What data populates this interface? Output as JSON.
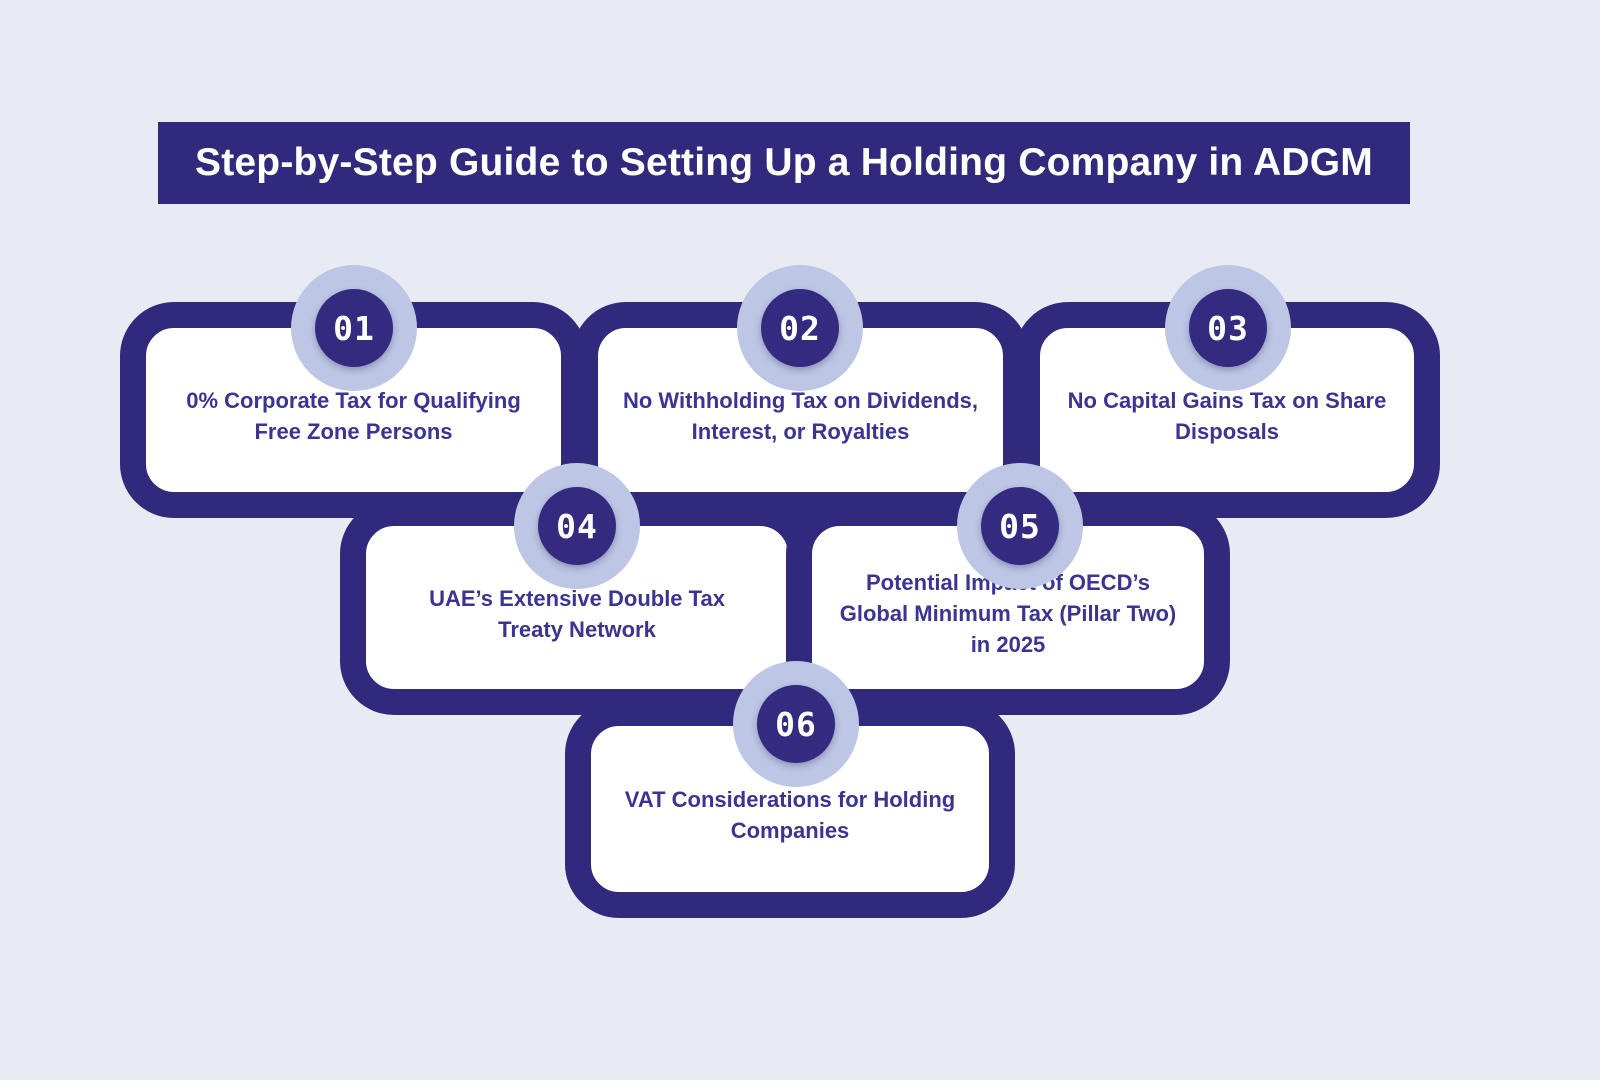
{
  "title": "Step-by-Step Guide to Setting Up a Holding Company in ADGM",
  "colors": {
    "background": "#e9ebf4",
    "primary_indigo": "#312a7c",
    "badge_circle": "#342b80",
    "badge_halo": "#bdc6e5",
    "card_background": "#ffffff",
    "card_text": "#3b3492",
    "title_text": "#ffffff"
  },
  "steps": [
    {
      "number": "01",
      "label": "0% Corporate Tax for Qualifying\nFree Zone Persons"
    },
    {
      "number": "02",
      "label": "No Withholding Tax on Dividends,\nInterest, or Royalties"
    },
    {
      "number": "03",
      "label": "No Capital Gains Tax on Share\nDisposals"
    },
    {
      "number": "04",
      "label": "UAE’s Extensive Double Tax\nTreaty Network"
    },
    {
      "number": "05",
      "label": "Potential Impact of OECD’s\nGlobal Minimum Tax (Pillar Two)\nin 2025"
    },
    {
      "number": "06",
      "label": "VAT Considerations for Holding\nCompanies"
    }
  ]
}
